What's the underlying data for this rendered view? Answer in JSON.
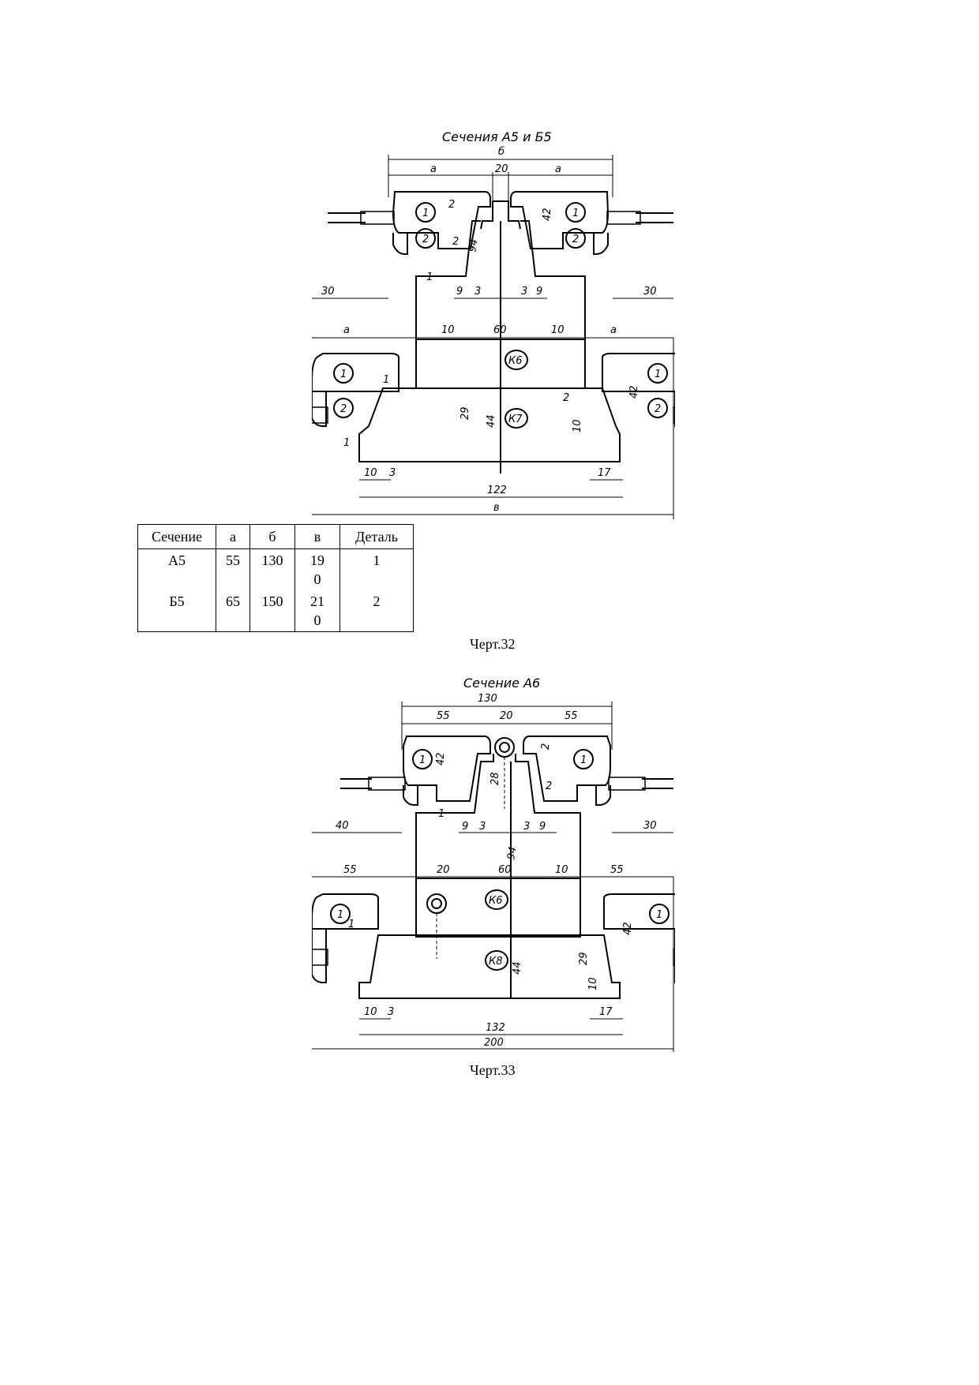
{
  "drawing1": {
    "title": "Сечения А5 и Б5",
    "dims": {
      "b": "б",
      "a1": "a",
      "g20": "20",
      "a2": "a",
      "d42": "42",
      "d2": "2",
      "d2b": "2",
      "d94": "94",
      "d9": "9",
      "d3": "3",
      "d1": "1",
      "left30": "30",
      "right30": "30",
      "a3": "a",
      "d10l": "10",
      "d60": "60",
      "d10r": "10",
      "a4": "a",
      "d29": "29",
      "d44": "44",
      "d1b": "1",
      "d1c": "1",
      "d10s": "10",
      "d42b": "42",
      "d2c": "2",
      "b10": "10",
      "b3": "3",
      "b17": "17",
      "w122": "122",
      "v": "в"
    },
    "marks": {
      "m1": "1",
      "m2": "2",
      "k6": "К6",
      "k7": "К7"
    }
  },
  "table": {
    "headers": [
      "Сечение",
      "а",
      "б",
      "в",
      "Деталь"
    ],
    "rows": [
      [
        "А5",
        "55",
        "130",
        "19\n0",
        "1"
      ],
      [
        "Б5",
        "65",
        "150",
        "21\n0",
        "2"
      ]
    ]
  },
  "caption1": "Черт.32",
  "drawing2": {
    "title": "Сечение А6",
    "dims": {
      "top130": "130",
      "d55a": "55",
      "d20": "20",
      "d55b": "55",
      "d42": "42",
      "d28": "28",
      "d2": "2",
      "d2b": "2",
      "d1": "1",
      "d9": "9",
      "d3": "3",
      "d94": "94",
      "left40": "40",
      "right30": "30",
      "d55c": "55",
      "d20b": "20",
      "d60": "60",
      "d10": "10",
      "d55d": "55",
      "d1b": "1",
      "d29": "29",
      "d44": "44",
      "d10s": "10",
      "d42b": "42",
      "b10": "10",
      "b3": "3",
      "b17": "17",
      "w132": "132",
      "w200": "200"
    },
    "marks": {
      "m1": "1",
      "k6": "К6",
      "k8": "К8"
    }
  },
  "caption2": "Черт.33"
}
